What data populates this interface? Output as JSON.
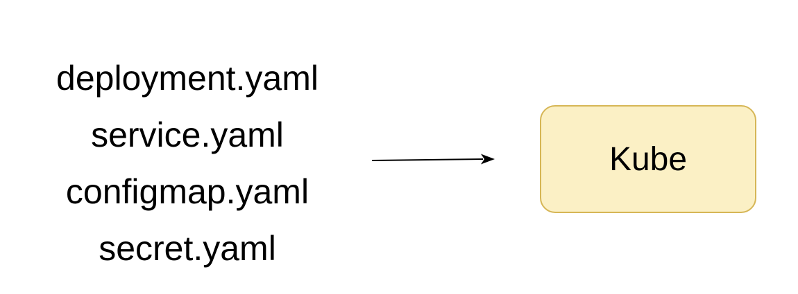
{
  "files": [
    {
      "label": "deployment.yaml"
    },
    {
      "label": "service.yaml"
    },
    {
      "label": "configmap.yaml"
    },
    {
      "label": "secret.yaml"
    }
  ],
  "node": {
    "label": "Kube",
    "fill": "#FBF0C5",
    "stroke": "#D6B656"
  },
  "arrow": {
    "color": "#000000"
  }
}
